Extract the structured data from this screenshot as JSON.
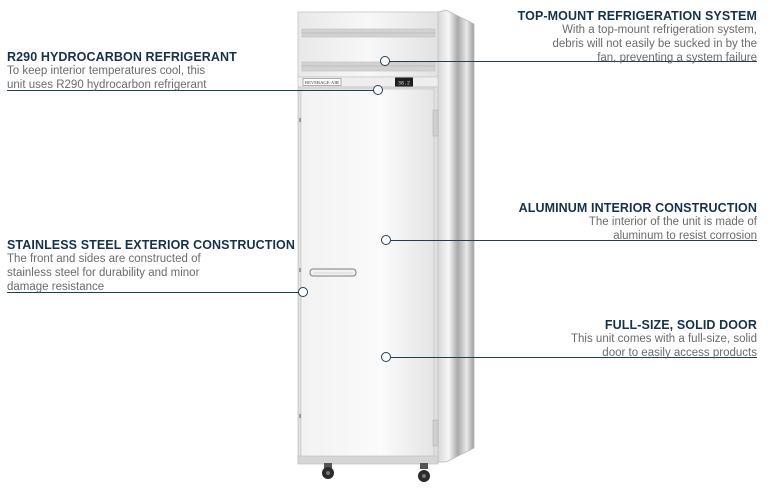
{
  "features": {
    "top_mount": {
      "title": "TOP-MOUNT REFRIGERATION SYSTEM",
      "lines": [
        "With a top-mount refrigeration system,",
        "debris will not easily be sucked in by the",
        "fan, preventing a system failure"
      ]
    },
    "r290": {
      "title": "R290 HYDROCARBON REFRIGERANT",
      "lines": [
        "To keep interior temperatures cool, this",
        "unit uses R290 hydrocarbon refrigerant"
      ]
    },
    "aluminum": {
      "title": "ALUMINUM INTERIOR CONSTRUCTION",
      "lines": [
        "The interior of the unit is made of",
        "aluminum to resist corrosion"
      ]
    },
    "stainless": {
      "title": "STAINLESS STEEL EXTERIOR CONSTRUCTION",
      "lines": [
        "The front and sides are constructed of",
        "stainless steel for durability and minor",
        "damage resistance"
      ]
    },
    "door": {
      "title": "FULL-SIZE, SOLID DOOR",
      "lines": [
        "This unit comes with a full-size, solid",
        "door to easily access products"
      ]
    }
  },
  "product": {
    "brand_label": "BEVERAGE-AIR",
    "display_reading": "38.2"
  },
  "colors": {
    "title": "#16324a",
    "callout_line": "#1f3f55",
    "desc": "#6b6b6b"
  }
}
